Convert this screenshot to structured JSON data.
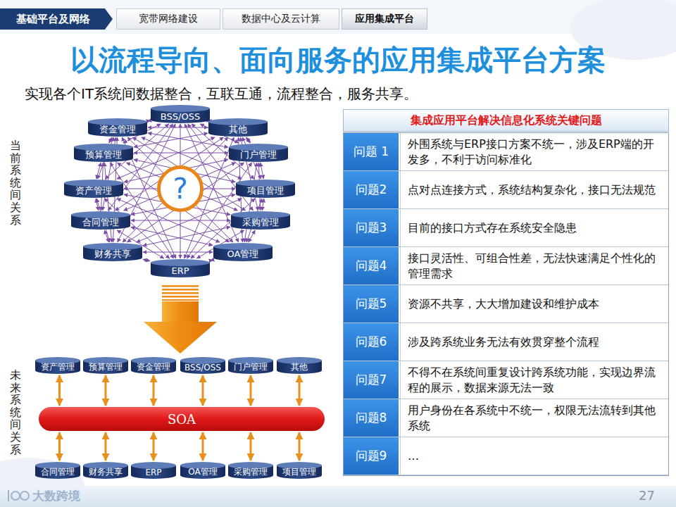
{
  "diagram": {
    "title": "以流程导向、面向服务的应用集成平台方案",
    "nodes": [
      {
        "text": [
          "基础平台及网络"
        ]
      },
      {
        "text": [
          "宽带网络建设"
        ]
      },
      {
        "text": [
          "数据中心及云计算"
        ]
      },
      {
        "text": [
          "应用集成平台"
        ]
      },
      {
        "text": [
          "BSS/OSS"
        ]
      },
      {
        "text": [
          "资金管理"
        ]
      },
      {
        "text": [
          "其他"
        ]
      },
      {
        "text": [
          "预算管理"
        ]
      },
      {
        "text": [
          "门户管理"
        ]
      },
      {
        "text": [
          "?"
        ]
      },
      {
        "text": [
          "资产管理"
        ]
      },
      {
        "text": [
          "项目管理"
        ]
      },
      {
        "text": [
          "合同管理"
        ]
      },
      {
        "text": [
          "采购管理"
        ]
      },
      {
        "text": [
          "财务共享"
        ]
      },
      {
        "text": [
          "OA管理"
        ]
      },
      {
        "text": [
          "ERP"
        ]
      },
      {
        "text": [
          "集成应用平台解决信息化系统关键问题"
        ]
      },
      {
        "text": [
          "资产管理"
        ]
      },
      {
        "text": [
          "预算管理"
        ]
      },
      {
        "text": [
          "资金管理"
        ]
      },
      {
        "text": [
          "BSS/OSS"
        ]
      },
      {
        "text": [
          "门户管理"
        ]
      },
      {
        "text": [
          "其他"
        ]
      },
      {
        "text": [
          "SOA"
        ]
      },
      {
        "text": [
          "合同管理"
        ]
      },
      {
        "text": [
          "财务共享"
        ]
      },
      {
        "text": [
          "ERP"
        ]
      },
      {
        "text": [
          "OA管理"
        ]
      },
      {
        "text": [
          "采购管理"
        ]
      },
      {
        "text": [
          "项目管理"
        ]
      }
    ],
    "edges": [
      {
        "from": 4,
        "to": 5,
        "arrow": "both"
      },
      {
        "from": 4,
        "to": 6,
        "arrow": "both"
      },
      {
        "from": 4,
        "to": 7,
        "arrow": "both"
      },
      {
        "from": 4,
        "to": 8,
        "arrow": "both"
      },
      {
        "from": 4,
        "to": 10,
        "arrow": "both"
      },
      {
        "from": 4,
        "to": 11,
        "arrow": "both"
      },
      {
        "from": 4,
        "to": 12,
        "arrow": "both"
      },
      {
        "from": 4,
        "to": 13,
        "arrow": "both"
      },
      {
        "from": 4,
        "to": 14,
        "arrow": "both"
      },
      {
        "from": 4,
        "to": 15,
        "arrow": "both"
      },
      {
        "from": 4,
        "to": 16,
        "arrow": "both"
      },
      {
        "from": 5,
        "to": 6,
        "arrow": "both"
      },
      {
        "from": 5,
        "to": 7,
        "arrow": "both"
      },
      {
        "from": 5,
        "to": 8,
        "arrow": "both"
      },
      {
        "from": 5,
        "to": 10,
        "arrow": "both"
      },
      {
        "from": 5,
        "to": 11,
        "arrow": "both"
      },
      {
        "from": 5,
        "to": 12,
        "arrow": "both"
      },
      {
        "from": 5,
        "to": 13,
        "arrow": "both"
      },
      {
        "from": 5,
        "to": 14,
        "arrow": "both"
      },
      {
        "from": 5,
        "to": 15,
        "arrow": "both"
      },
      {
        "from": 5,
        "to": 16,
        "arrow": "both"
      },
      {
        "from": 6,
        "to": 7,
        "arrow": "both"
      },
      {
        "from": 6,
        "to": 8,
        "arrow": "both"
      },
      {
        "from": 6,
        "to": 10,
        "arrow": "both"
      },
      {
        "from": 6,
        "to": 11,
        "arrow": "both"
      },
      {
        "from": 6,
        "to": 12,
        "arrow": "both"
      },
      {
        "from": 6,
        "to": 13,
        "arrow": "both"
      },
      {
        "from": 6,
        "to": 14,
        "arrow": "both"
      },
      {
        "from": 6,
        "to": 15,
        "arrow": "both"
      },
      {
        "from": 6,
        "to": 16,
        "arrow": "both"
      },
      {
        "from": 7,
        "to": 8,
        "arrow": "both"
      },
      {
        "from": 7,
        "to": 10,
        "arrow": "both"
      },
      {
        "from": 7,
        "to": 11,
        "arrow": "both"
      },
      {
        "from": 7,
        "to": 12,
        "arrow": "both"
      },
      {
        "from": 7,
        "to": 13,
        "arrow": "both"
      },
      {
        "from": 7,
        "to": 14,
        "arrow": "both"
      },
      {
        "from": 7,
        "to": 15,
        "arrow": "both"
      },
      {
        "from": 7,
        "to": 16,
        "arrow": "both"
      },
      {
        "from": 8,
        "to": 10,
        "arrow": "both"
      },
      {
        "from": 8,
        "to": 11,
        "arrow": "both"
      },
      {
        "from": 8,
        "to": 12,
        "arrow": "both"
      },
      {
        "from": 8,
        "to": 13,
        "arrow": "both"
      },
      {
        "from": 8,
        "to": 14,
        "arrow": "both"
      },
      {
        "from": 8,
        "to": 15,
        "arrow": "both"
      },
      {
        "from": 8,
        "to": 16,
        "arrow": "both"
      },
      {
        "from": 10,
        "to": 11,
        "arrow": "both"
      },
      {
        "from": 10,
        "to": 12,
        "arrow": "both"
      },
      {
        "from": 10,
        "to": 13,
        "arrow": "both"
      },
      {
        "from": 10,
        "to": 14,
        "arrow": "both"
      },
      {
        "from": 10,
        "to": 15,
        "arrow": "both"
      },
      {
        "from": 10,
        "to": 16,
        "arrow": "both"
      },
      {
        "from": 11,
        "to": 12,
        "arrow": "both"
      },
      {
        "from": 11,
        "to": 13,
        "arrow": "both"
      },
      {
        "from": 11,
        "to": 14,
        "arrow": "both"
      },
      {
        "from": 11,
        "to": 15,
        "arrow": "both"
      },
      {
        "from": 11,
        "to": 16,
        "arrow": "both"
      },
      {
        "from": 12,
        "to": 13,
        "arrow": "both"
      },
      {
        "from": 12,
        "to": 14,
        "arrow": "both"
      },
      {
        "from": 12,
        "to": 15,
        "arrow": "both"
      },
      {
        "from": 12,
        "to": 16,
        "arrow": "both"
      },
      {
        "from": 13,
        "to": 14,
        "arrow": "both"
      },
      {
        "from": 13,
        "to": 15,
        "arrow": "both"
      },
      {
        "from": 13,
        "to": 16,
        "arrow": "both"
      },
      {
        "from": 14,
        "to": 15,
        "arrow": "both"
      },
      {
        "from": 14,
        "to": 16,
        "arrow": "both"
      },
      {
        "from": 15,
        "to": 16,
        "arrow": "both"
      },
      {
        "from": 18,
        "to": 24,
        "arrow": "both"
      },
      {
        "from": 19,
        "to": 24,
        "arrow": "both"
      },
      {
        "from": 20,
        "to": 24,
        "arrow": "both"
      },
      {
        "from": 21,
        "to": 24,
        "arrow": "both"
      },
      {
        "from": 22,
        "to": 24,
        "arrow": "both"
      },
      {
        "from": 23,
        "to": 24,
        "arrow": "both"
      },
      {
        "from": 24,
        "to": 25,
        "arrow": "both"
      },
      {
        "from": 24,
        "to": 26,
        "arrow": "both"
      },
      {
        "from": 24,
        "to": 27,
        "arrow": "both"
      },
      {
        "from": 24,
        "to": 28,
        "arrow": "both"
      },
      {
        "from": 24,
        "to": 29,
        "arrow": "both"
      },
      {
        "from": 24,
        "to": 30,
        "arrow": "both"
      }
    ],
    "labels": [
      "实现各个IT系统间数据整合，互联互通，流程整合，服务共享。",
      "当前系统间关系",
      "未来系统间关系",
      "问题 1",
      "外围系统与ERP接口方案不统一，涉及ERP端的开发多，不利于访问标准化",
      "问题2",
      "点对点连接方式，系统结构复杂化，接口无法规范",
      "问题3",
      "目前的接口方式存在系统安全隐患",
      "问题4",
      "接口灵活性、可组合性差，无法快速满足个性化的管理需求",
      "问题5",
      "资源不共享，大大增加建设和维护成本",
      "问题6",
      "涉及跨系统业务无法有效贯穿整个流程",
      "问题7",
      "不得不在系统间重复设计跨系统功能，实现边界流程的展示，数据来源无法一致",
      "问题8",
      "用户身份在各系统中不统一，权限无法流转到其他系统",
      "问题9",
      "…",
      "大数跨境",
      "27"
    ]
  }
}
